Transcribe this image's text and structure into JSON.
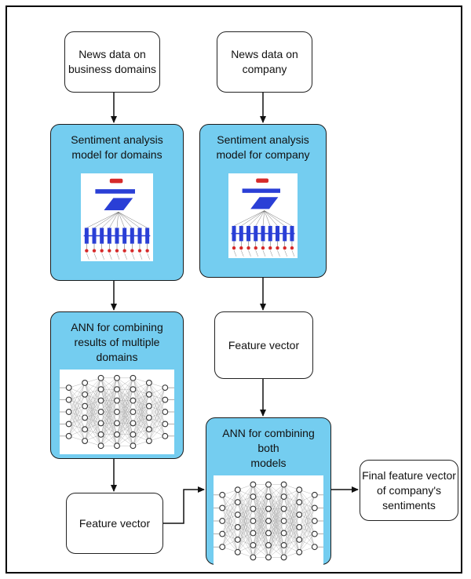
{
  "nodes": {
    "news_domains": "News data on\nbusiness domains",
    "news_company": "News data on\ncompany",
    "sa_domains": "Sentiment analysis\nmodel for domains",
    "sa_company": "Sentiment analysis\nmodel for company",
    "ann_domains": "ANN for combining\nresults of multiple\ndomains",
    "feature_vector_company": "Feature vector",
    "ann_both": "ANN for combining both\nmodels",
    "feature_vector_domains": "Feature vector",
    "final_vector": "Final feature vector\nof company's\nsentiments"
  },
  "colors": {
    "model_fill": "#74cdf0",
    "plain_fill": "#ffffff",
    "border": "#222222",
    "network_blue": "#2a3fd6",
    "network_red": "#d62a2a"
  },
  "icons": [
    "sentiment-model-diagram-icon",
    "neural-network-icon"
  ]
}
